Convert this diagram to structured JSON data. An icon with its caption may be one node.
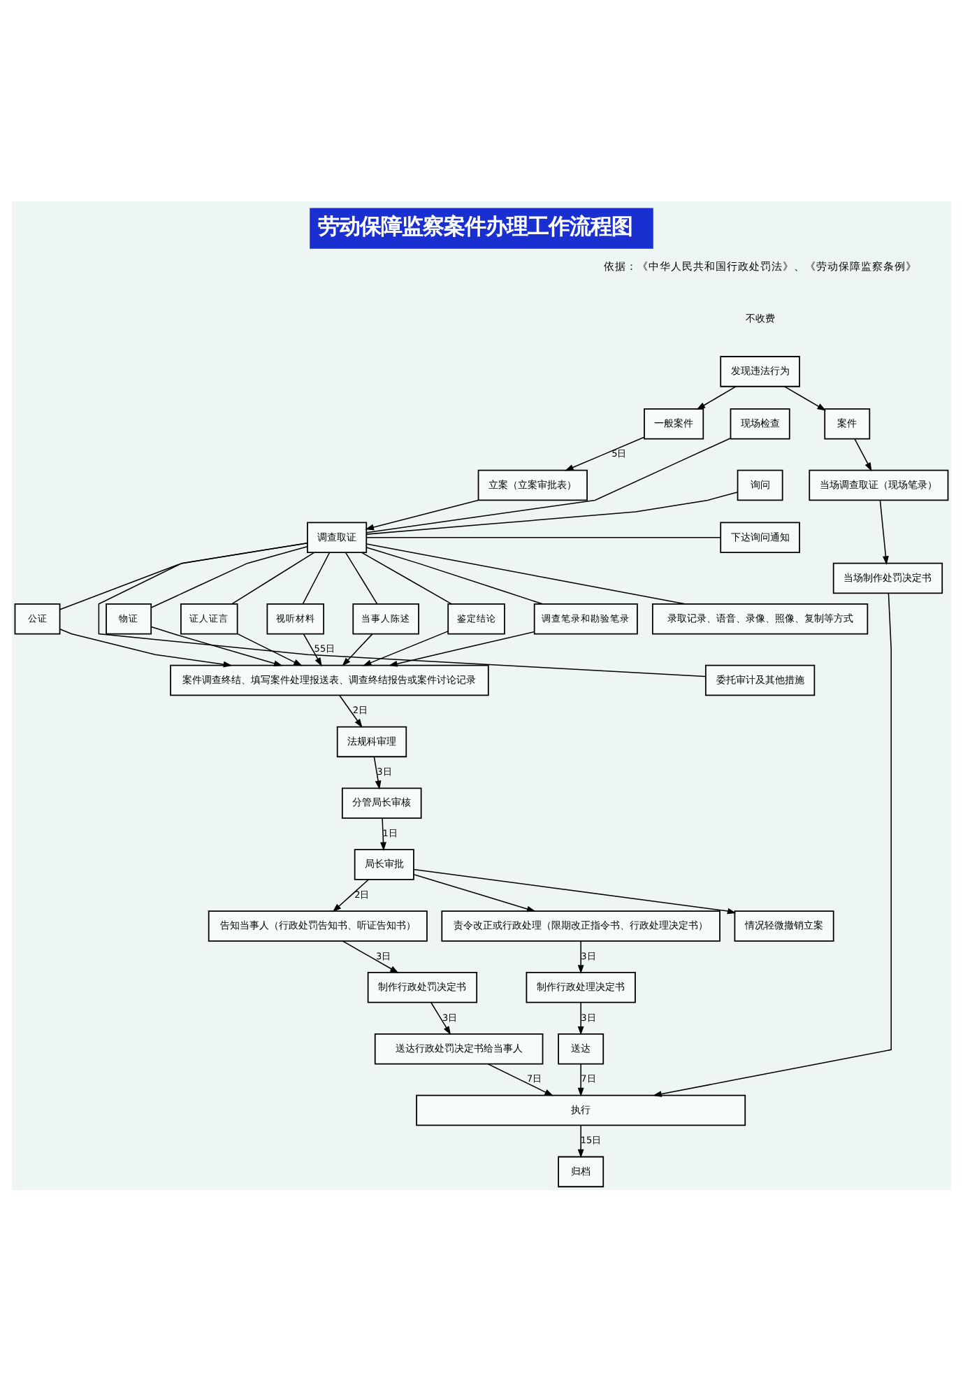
{
  "diagram": {
    "title": "劳动保障监察案件办理工作流程图",
    "nodes": [
      {
        "text": [
          "发现违法行为"
        ]
      },
      {
        "text": [
          "一般案件"
        ]
      },
      {
        "text": [
          "立案（立案审批表）"
        ]
      },
      {
        "text": [
          "调查取证"
        ]
      },
      {
        "text": [
          "现场检查"
        ]
      },
      {
        "text": [
          "询问"
        ]
      },
      {
        "text": [
          "下达询问通知"
        ]
      },
      {
        "text": [
          "录取记录、语音、录像、照像、复制等方式"
        ]
      },
      {
        "text": [
          "委托审计及其他措施"
        ]
      },
      {
        "text": [
          "案件"
        ]
      },
      {
        "text": [
          "公证"
        ]
      },
      {
        "text": [
          "物证"
        ]
      },
      {
        "text": [
          "证人证言"
        ]
      },
      {
        "text": [
          "视听材料"
        ]
      },
      {
        "text": [
          "当事人陈述"
        ]
      },
      {
        "text": [
          "鉴定结论"
        ]
      },
      {
        "text": [
          "调查笔录和勘验笔录"
        ]
      },
      {
        "text": [
          "当场调查取证（现场笔录）"
        ]
      },
      {
        "text": [
          "当场制作处罚决定书"
        ]
      },
      {
        "text": [
          "案件调查终结、填写案件处理报送表、调查终结报告或案件讨论记录"
        ]
      },
      {
        "text": [
          "法规科审理"
        ]
      },
      {
        "text": [
          "分管局长审核"
        ]
      },
      {
        "text": [
          "局长审批"
        ]
      },
      {
        "text": [
          "情况轻微撤销立案"
        ]
      },
      {
        "text": [
          "告知当事人（行政处罚告知书、听证告知书）"
        ]
      },
      {
        "text": [
          "责令改正或行政处理（限期改正指令书、行政处理决定书）"
        ]
      },
      {
        "text": [
          "制作行政处罚决定书"
        ]
      },
      {
        "text": [
          "制作行政处理决定书"
        ]
      },
      {
        "text": [
          "送达行政处罚决定书给当事人"
        ]
      },
      {
        "text": [
          "送达"
        ]
      },
      {
        "text": [
          "执行"
        ]
      },
      {
        "text": [
          "归档"
        ]
      }
    ],
    "edges": [
      {
        "from": 0,
        "to": 1,
        "arrow": "to"
      },
      {
        "from": 1,
        "to": 2,
        "arrow": "to",
        "label": "5日"
      },
      {
        "from": 2,
        "to": 3,
        "arrow": "to"
      },
      {
        "from": 3,
        "to": 4,
        "arrow": "none"
      },
      {
        "from": 3,
        "to": 5,
        "arrow": "none"
      },
      {
        "from": 3,
        "to": 6,
        "arrow": "none"
      },
      {
        "from": 3,
        "to": 7,
        "arrow": "none"
      },
      {
        "from": 3,
        "to": 8,
        "arrow": "none"
      },
      {
        "from": 0,
        "to": 9,
        "arrow": "to"
      },
      {
        "from": 3,
        "to": 10,
        "arrow": "none"
      },
      {
        "from": 3,
        "to": 11,
        "arrow": "none"
      },
      {
        "from": 3,
        "to": 12,
        "arrow": "none"
      },
      {
        "from": 3,
        "to": 13,
        "arrow": "none"
      },
      {
        "from": 3,
        "to": 14,
        "arrow": "none"
      },
      {
        "from": 3,
        "to": 15,
        "arrow": "none"
      },
      {
        "from": 3,
        "to": 16,
        "arrow": "none"
      },
      {
        "from": 10,
        "to": 19,
        "arrow": "to"
      },
      {
        "from": 11,
        "to": 19,
        "arrow": "to"
      },
      {
        "from": 12,
        "to": 19,
        "arrow": "to"
      },
      {
        "from": 13,
        "to": 19,
        "arrow": "to",
        "label": "55日"
      },
      {
        "from": 14,
        "to": 19,
        "arrow": "to"
      },
      {
        "from": 15,
        "to": 19,
        "arrow": "to"
      },
      {
        "from": 16,
        "to": 19,
        "arrow": "to"
      },
      {
        "from": 9,
        "to": 17,
        "arrow": "to"
      },
      {
        "from": 17,
        "to": 18,
        "arrow": "to"
      },
      {
        "from": 19,
        "to": 20,
        "arrow": "to",
        "label": "2日"
      },
      {
        "from": 20,
        "to": 21,
        "arrow": "to",
        "label": "3日"
      },
      {
        "from": 21,
        "to": 22,
        "arrow": "to",
        "label": "1日"
      },
      {
        "from": 22,
        "to": 23,
        "arrow": "to"
      },
      {
        "from": 22,
        "to": 24,
        "arrow": "to",
        "label": "2日"
      },
      {
        "from": 22,
        "to": 25,
        "arrow": "to"
      },
      {
        "from": 24,
        "to": 26,
        "arrow": "to",
        "label": "3日"
      },
      {
        "from": 26,
        "to": 28,
        "arrow": "to",
        "label": "3日"
      },
      {
        "from": 28,
        "to": 30,
        "arrow": "to",
        "label": "7日"
      },
      {
        "from": 25,
        "to": 27,
        "arrow": "to",
        "label": "3日"
      },
      {
        "from": 27,
        "to": 29,
        "arrow": "to",
        "label": "3日"
      },
      {
        "from": 29,
        "to": 30,
        "arrow": "to",
        "label": "7日"
      },
      {
        "from": 18,
        "to": 30,
        "arrow": "to"
      },
      {
        "from": 30,
        "to": 31,
        "arrow": "to",
        "label": "15日"
      }
    ],
    "labels": [
      "依据：《中华人民共和国行政处罚法》、《劳动保障监察条例》",
      "不收费"
    ]
  }
}
